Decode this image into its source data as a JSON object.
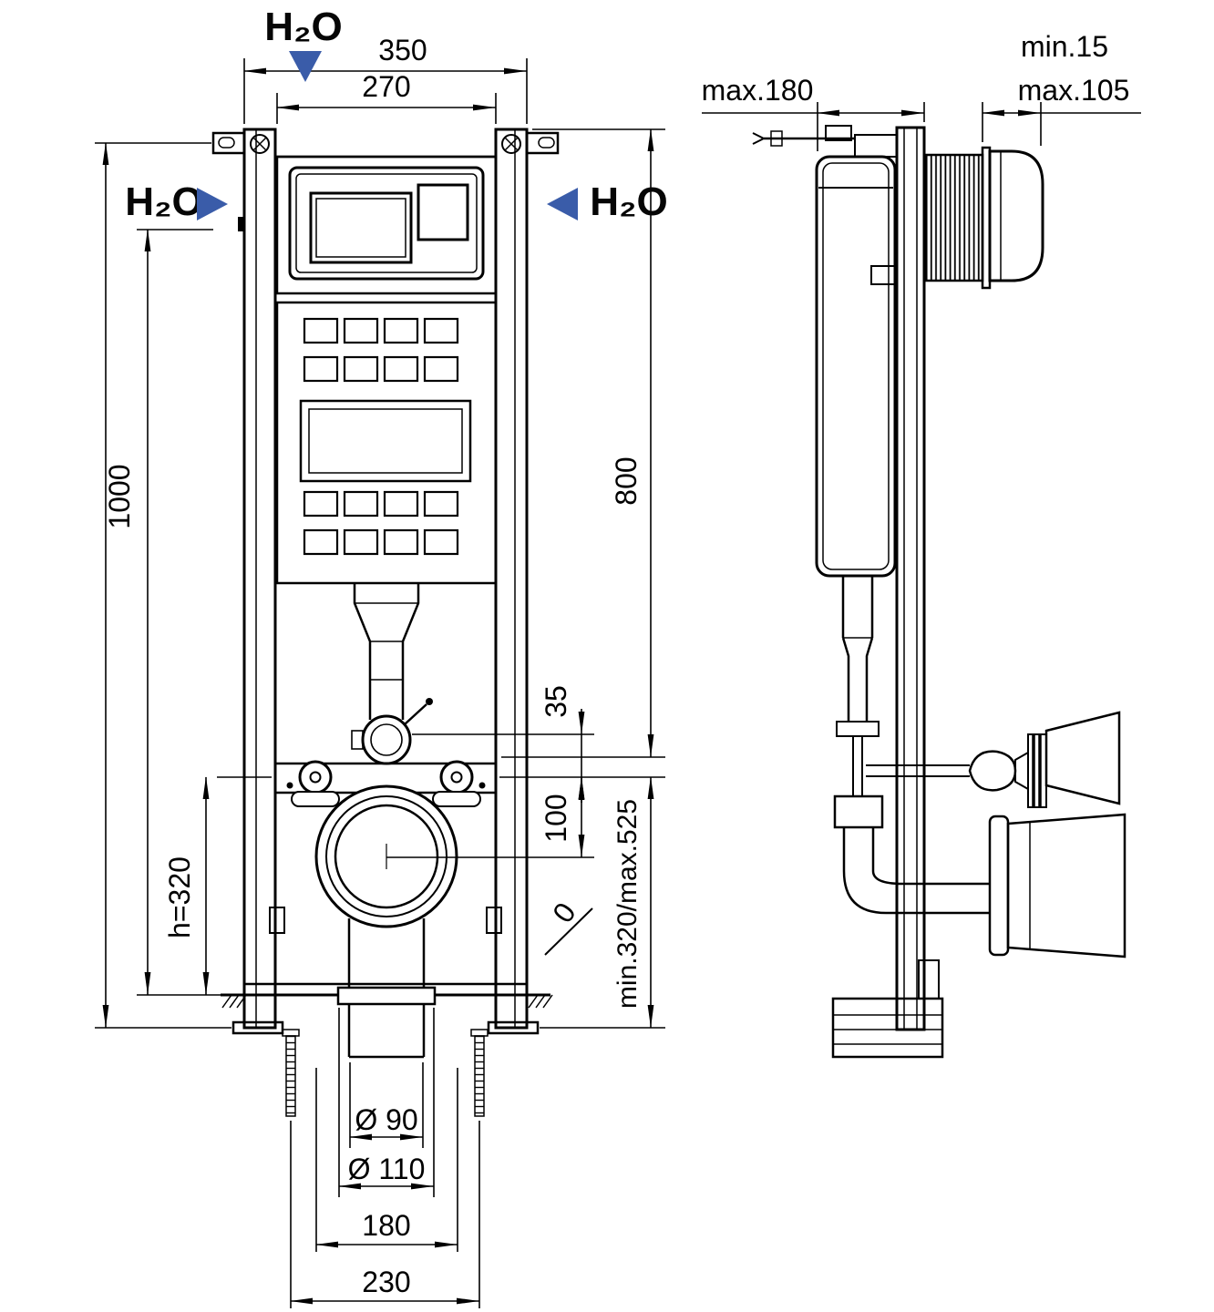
{
  "labels": {
    "h2o": "H₂O"
  },
  "dims_front": {
    "width_overall": "350",
    "width_inner": "270",
    "height_1000": "1000",
    "height_800": "800",
    "offset_35": "35",
    "offset_100": "100",
    "height_h320": "h=320",
    "range_outlet": "min.320/max.525",
    "slope_zero": "0",
    "dia_90": "Ø 90",
    "dia_110": "Ø 110",
    "width_180": "180",
    "width_230": "230"
  },
  "dims_side": {
    "max_180": "max.180",
    "min_15": "min.15",
    "max_105": "max.105"
  },
  "colors": {
    "line": "#000000",
    "flow_arrow_blue": "#3a5ca9",
    "background": "#ffffff"
  }
}
